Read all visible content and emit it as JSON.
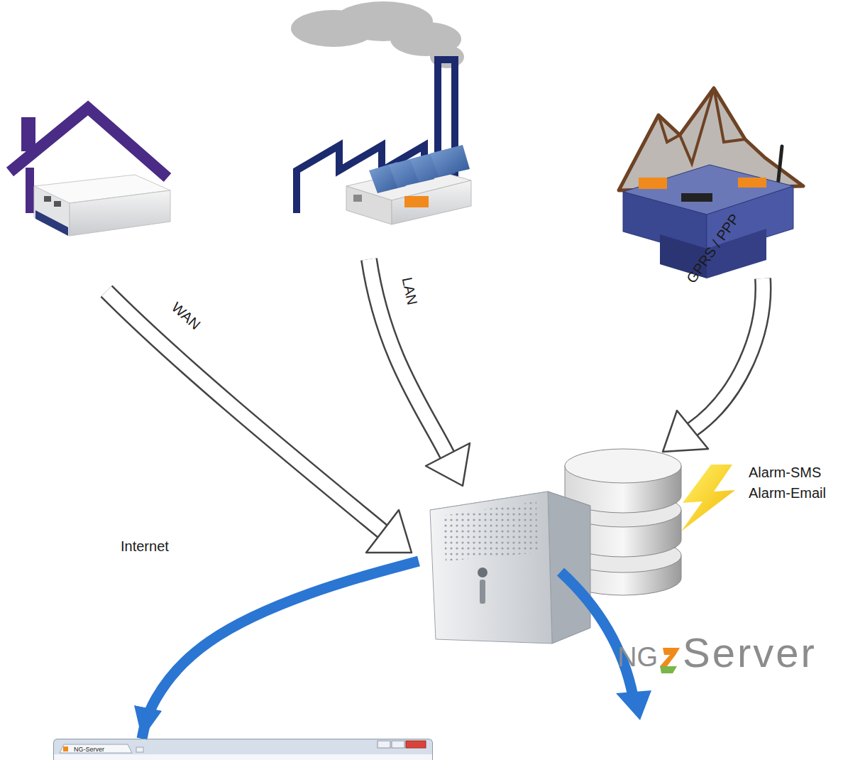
{
  "diagram": {
    "nodes": [
      {
        "text": [
          "Internet"
        ]
      },
      {
        "text": [
          "NG",
          "Server"
        ]
      },
      {
        "text": [
          "NG-Server"
        ]
      }
    ],
    "edges": [
      {
        "from": 1,
        "to": 2,
        "arrow": "to"
      }
    ],
    "labels": [
      "WAN",
      "LAN",
      "GPRS / PPP",
      "Alarm-SMS",
      "Alarm-Email"
    ]
  }
}
